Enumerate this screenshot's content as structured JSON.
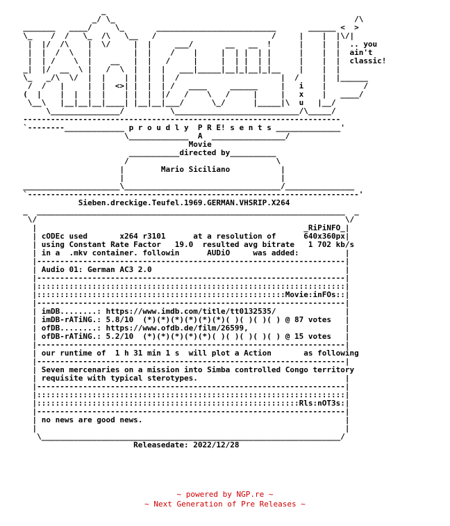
{
  "nfo_text": "                   _\n                 _/ \\_                                                    /\\\n  _______   ____/     \\_       __________________________       ______ <  > \n  \\_    /  /   \\_  /\\   \\__   /                         /     |    |  |\\/| \n   |  |/  /\\    |  \\/     |  |     ___/       __   __  !      |    |  |  .. you\n   |  |  /  \\   |         |  |    /    |     |  | |  | |      |    |  |  ain't\n   |  | /    \\  |    __   |  |   /     |     |  | |  | |      |    |  |  classic!\n  _|  |/  __  \\ |   /  \\  |  |  |   ___|_____|__|_|__|_|__    |    |  |\n  \\_   _/\\  \\/  |  |    | |  |  |  /                      |  /     |  |______\n   /  /   |     |  |  <>| |  |  | /   ____     ______     |   i    |        /\n  (  |    |  |  |  |    | |  |  |/   /    \\   /     |     |   x    |   ____/\n   \\__\\   |__|__|__|____| |__|__|___/      \\_/      |_____|\\  u   |__/\n       \\_______________/          \\___________________________/\\_____/\n  ---------------------------------------------------------------------\n  `--------_____________ p r o u d l y  P R E! s e n t s ______________'\n                        \\_____________  A  ________________/\n                                      Movie\n                         ___________directed by__________\n                        /                                \\\n                       |        Mario Siciliano           |\n                       |                                  |\n  _____________________\\__________________________________/_______________\n  `------------------------------------------------------------------------'\n              Sieben.dreckige.Teufel.1969.GERMAN.VHSRIP.X264\n  _  ___________________________________________________________________  _\n   \\/                                                                   \\/\n    |                                                          _RiPiNFO_|\n    | cODEc used       x264 r3101      at a resolution of      640x360px|\n    | using Constant Rate Factor   19.0  resulted avg bitrate   1 702 kb/s\n    | in a  .mkv container. followin      AUDiO     was added:          |\n    |-------------------------------------------------------------------|\n    | Audio 01: German AC3 2.0                                          |\n    |-------------------------------------------------------------------|\n    |:::::::::::::::::::::::::::::::::::::::::::::::::::::::::::::::::::|\n    |::::::::::::::::::::::::::::::::::::::::::::::::::::::Movie:inFOs::|\n    |-------------------------------------------------------------------|\n    | imDB........: https://www.imdb.com/title/tt0132535/               |\n    | imDB-rATiNG.: 5.8/10  (*)(*)(*)(*)(*)(*)( )( )( )( ) @ 87 votes   |\n    | ofDB........: https://www.ofdb.de/film/26599,                     |\n    | ofDB-rATiNG.: 5.2/10  (*)(*)(*)(*)(*)( )( )( )( )( ) @ 15 votes   |\n    |-------------------------------------------------------------------|\n    | our runtime of  1 h 31 min 1 s  will plot a Action       as following\n    |-------------------------------------------------------------------|\n    | Seven mercenaries on a mission into Simba controlled Congo territory\n    | requisite with typical sterotypes.                                |\n    |-------------------------------------------------------------------|\n    |:::::::::::::::::::::::::::::::::::::::::::::::::::::::::::::::::::|\n    |:::::::::::::::::::::::::::::::::::::::::::::::::::::::::Rls:nOT3s:|\n    |-------------------------------------------------------------------|\n    | no news are good news.                                            |\n    |                                                                   |\n     \\_________________________________________________________________/\n                          Releasedate: 2022/12/28",
  "footer": {
    "powered_by": "~ powered by NGP.re ~",
    "tagline": "~ Next Generation of Pre Releases ~"
  }
}
